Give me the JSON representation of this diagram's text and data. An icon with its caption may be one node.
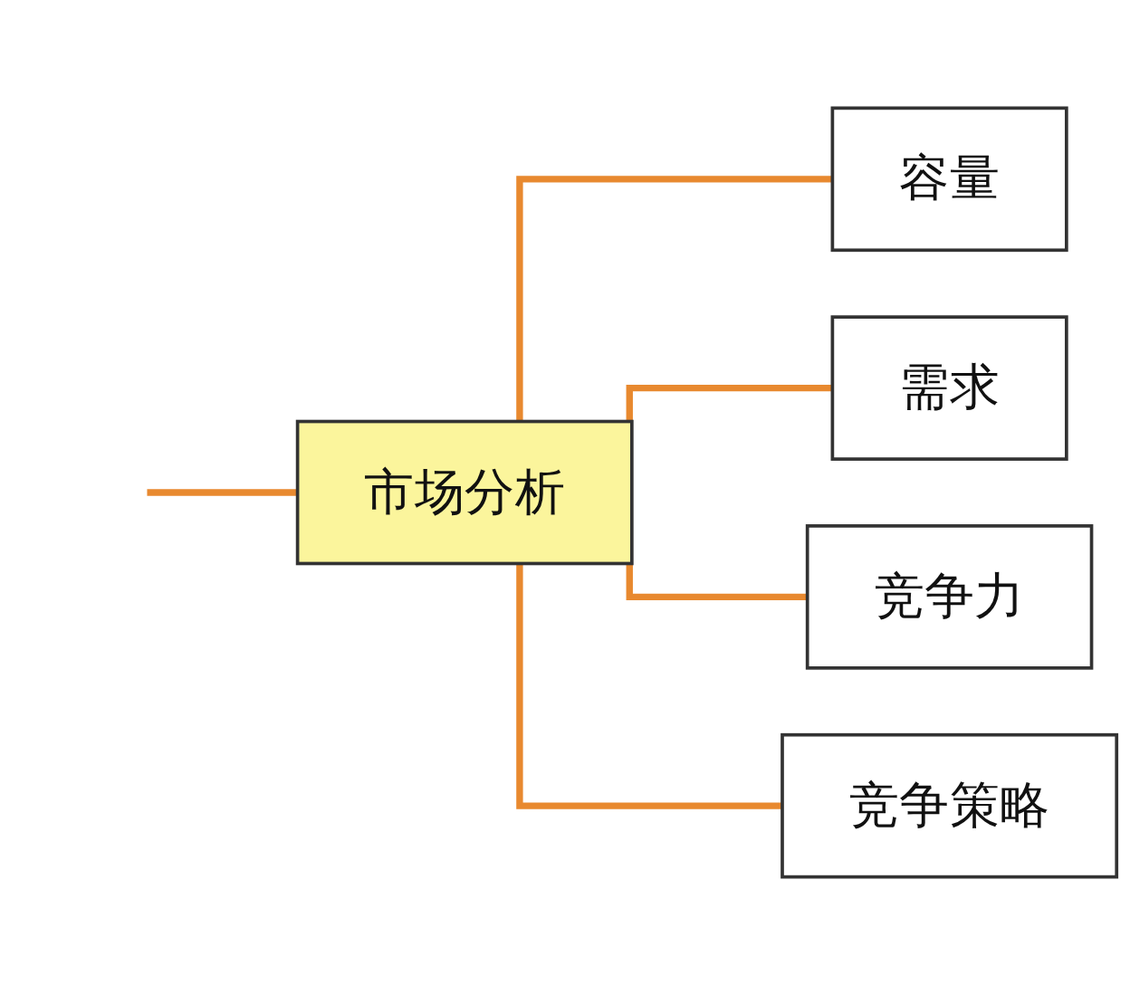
{
  "diagram": {
    "nodes": [
      {
        "text": [
          "市场分析"
        ]
      },
      {
        "text": [
          "容量"
        ]
      },
      {
        "text": [
          "需求"
        ]
      },
      {
        "text": [
          "竞争力"
        ]
      },
      {
        "text": [
          "竞争策略"
        ]
      }
    ],
    "edges": [
      {
        "from": null,
        "to": 0,
        "arrow": "none"
      },
      {
        "from": 0,
        "to": 1,
        "arrow": "none"
      },
      {
        "from": 0,
        "to": 2,
        "arrow": "none"
      },
      {
        "from": 0,
        "to": 3,
        "arrow": "none"
      },
      {
        "from": 0,
        "to": 4,
        "arrow": "none"
      }
    ]
  }
}
